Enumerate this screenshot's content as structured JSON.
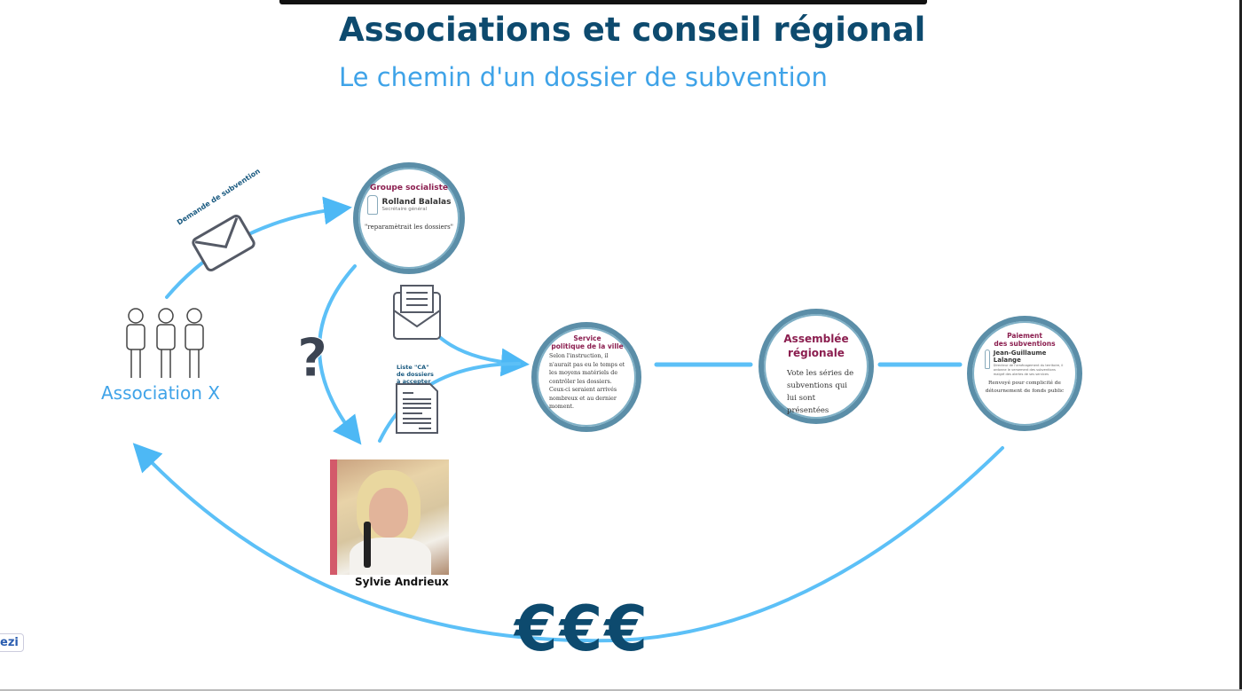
{
  "title": "Associations et conseil régional",
  "subtitle": "Le chemin d'un dossier de subvention",
  "association": {
    "label": "Association X"
  },
  "envelope_label": "Demande de subvention",
  "list_label": [
    "Liste \"CA\"",
    "de dossiers",
    "à accepter"
  ],
  "groupe": {
    "title": "Groupe socialiste",
    "name": "Rolland Balalas",
    "role": "Secrétaire général",
    "quote": "\"reparamètrait les dossiers\""
  },
  "service": {
    "title_1": "Service",
    "title_2": "politique de la ville",
    "text": "Selon l'instruction, il n'aurait pas eu le temps et les moyens matériels de contrôler les dossiers. Ceux-ci seraient arrivés nombreux et au dernier moment."
  },
  "assemblee": {
    "title_1": "Assemblée",
    "title_2": "régionale",
    "text": "Vote les séries de subventions qui lui sont présentées"
  },
  "paiement": {
    "title_1": "Paiement",
    "title_2": "des subventions",
    "name": "Jean-Guillaume Lalange",
    "role": "Directeur de l'aménagement du territoire, il ordonne le versement des subventions malgré des alertes de ses services",
    "text": "Renvoyé pour complicité de détournement de fonds public"
  },
  "photo_label": "Sylvie Andrieux",
  "euros": "€€€",
  "question_mark": "?",
  "prezi_badge": "ezi",
  "colors": {
    "title": "#0d4a6e",
    "subtitle": "#3fa3e8",
    "circle_title": "#8b1e4f",
    "arrow": "#4db8f5",
    "circle_border": "#5b8ea8"
  }
}
